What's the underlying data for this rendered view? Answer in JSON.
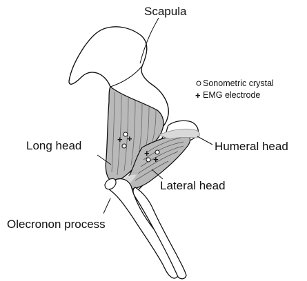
{
  "labels": {
    "scapula": "Scapula",
    "long_head": "Long head",
    "humeral_head": "Humeral head",
    "lateral_head": "Lateral head",
    "olecranon": "Olecronon process"
  },
  "legend": {
    "crystal": "Sonometric crystal",
    "electrode": "EMG electrode"
  },
  "colors": {
    "muscle": "#b9b9b9",
    "muscle_light": "#d9d9d9",
    "bone_fill": "#ffffff",
    "outline": "#111111"
  }
}
